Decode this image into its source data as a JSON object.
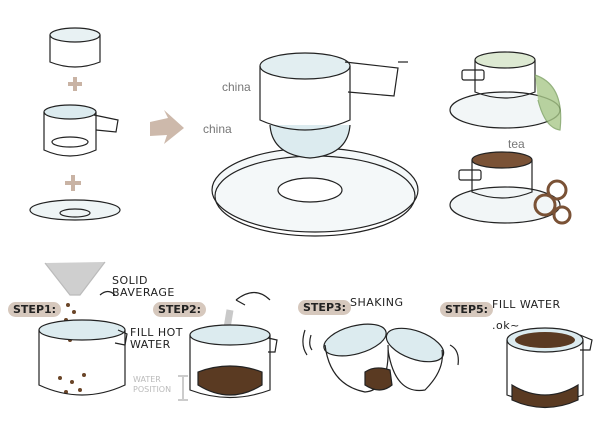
{
  "labels": {
    "china_top": "china",
    "china_bottom": "china",
    "tea": "tea"
  },
  "steps": [
    {
      "label": "STEP1:",
      "note": "SOLID BAVERAGE"
    },
    {
      "label": "STEP2:",
      "note": "FILL HOT WATER"
    },
    {
      "label": "STEP3:",
      "note": "SHAKING"
    },
    {
      "label": "STEP5:",
      "note": "FILL WATER"
    }
  ],
  "extras": {
    "water_position": "WATER POSITION",
    "ok": ".ok~"
  },
  "colors": {
    "glass": "#dcebef",
    "coffee": "#5a3a22",
    "tea_green": "#a9c98a",
    "highlight": "#d6c8bd"
  }
}
